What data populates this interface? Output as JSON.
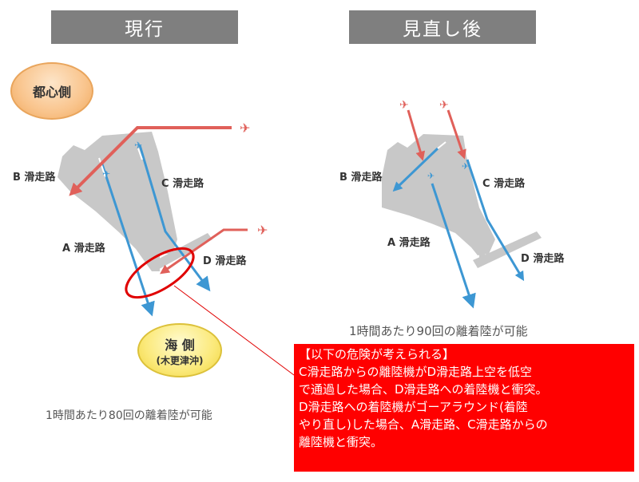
{
  "headers": {
    "current": "現行",
    "revised": "見直し後"
  },
  "left_panel": {
    "city_side_label": "都心側",
    "sea_side_label": "海 側",
    "sea_side_sublabel": "(木更津沖)",
    "runways": {
      "a": "A 滑走路",
      "b": "B 滑走路",
      "c": "C 滑走路",
      "d": "D 滑走路"
    },
    "caption": "1時間あたり80回の離着陸が可能"
  },
  "right_panel": {
    "runways": {
      "a": "A 滑走路",
      "b": "B 滑走路",
      "c": "C 滑走路",
      "d": "D 滑走路"
    },
    "caption": "1時間あたり90回の離着陸が可能"
  },
  "warning": {
    "lines": [
      "【以下の危険が考えられる】",
      "C滑走路からの離陸機がD滑走路上空を低空",
      "で通過した場合、D滑走路への着陸機と衝突。",
      "D滑走路への着陸機がゴーアラウンド(着陸",
      "やり直し)した場合、A滑走路、C滑走路からの",
      "離陸機と衝突。"
    ]
  },
  "colors": {
    "header_bg": "#7f7f7f",
    "landing_arrow": "#e0605a",
    "takeoff_arrow": "#3d97d3",
    "airport_land": "#c8c8c8",
    "warning_bg": "#ff0000",
    "highlight_ellipse": "#e00000"
  }
}
